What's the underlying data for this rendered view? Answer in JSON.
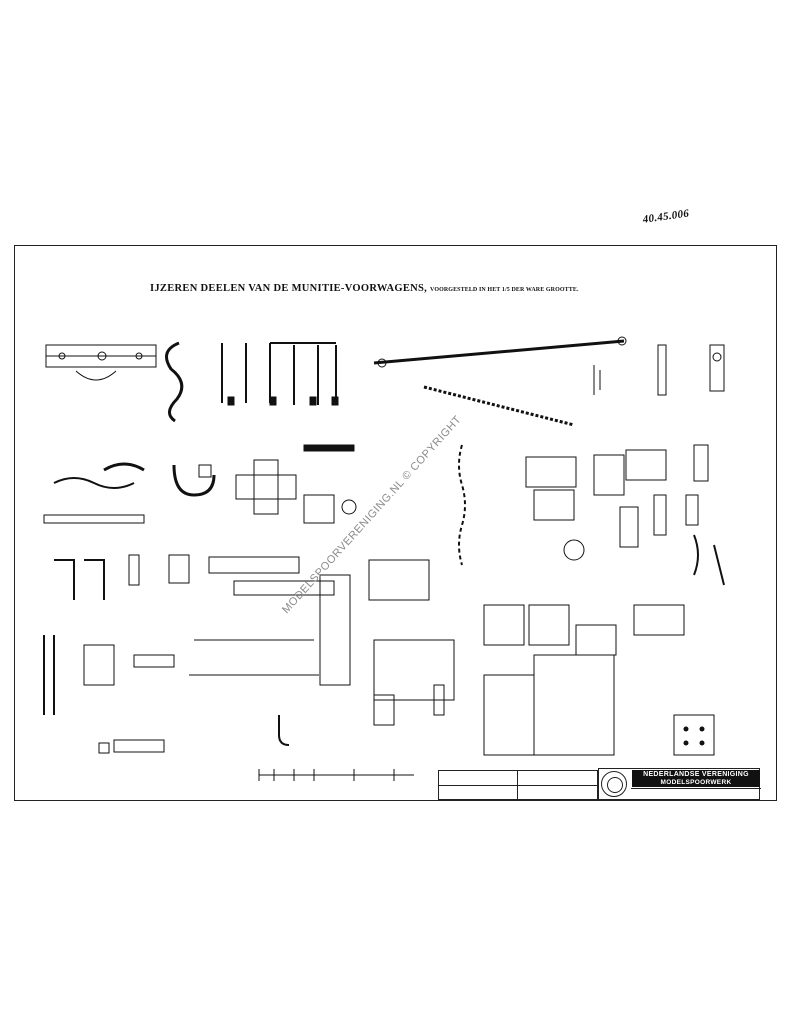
{
  "document": {
    "reference_number": "40.45.006",
    "title_main": "IJZEREN DEELEN VAN DE MUNITIE-VOORWAGENS,",
    "title_sub": "VOORGESTELD IN HET 1/5 DER WARE GROOTTE.",
    "watermark": "MODELSPOORVERENIGING.NL © COPYRIGHT"
  },
  "title_block": {
    "organization_line1": "NEDERLANDSE VERENIGING",
    "organization_line2": "MODELSPOORWERK"
  },
  "colors": {
    "ink": "#111111",
    "paper": "#ffffff",
    "watermark": "#8a8a8a"
  }
}
